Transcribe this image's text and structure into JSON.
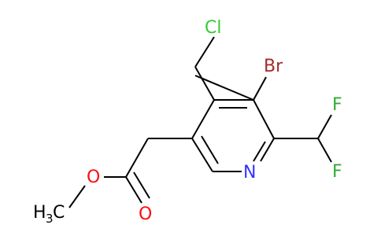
{
  "molecule": {
    "atoms": {
      "cl": "Cl",
      "br": "Br",
      "f_top": "F",
      "f_bottom": "F",
      "n": "N",
      "o_single": "O",
      "o_double": "O",
      "methyl_h": "H",
      "methyl_sub": "3",
      "methyl_c": "C"
    },
    "colors": {
      "bond": "#000000",
      "chlorine": "#33cc33",
      "bromine": "#a52a2a",
      "fluorine": "#33aa33",
      "nitrogen": "#3333ff",
      "oxygen": "#ff0d0d",
      "carbon": "#000000"
    }
  }
}
